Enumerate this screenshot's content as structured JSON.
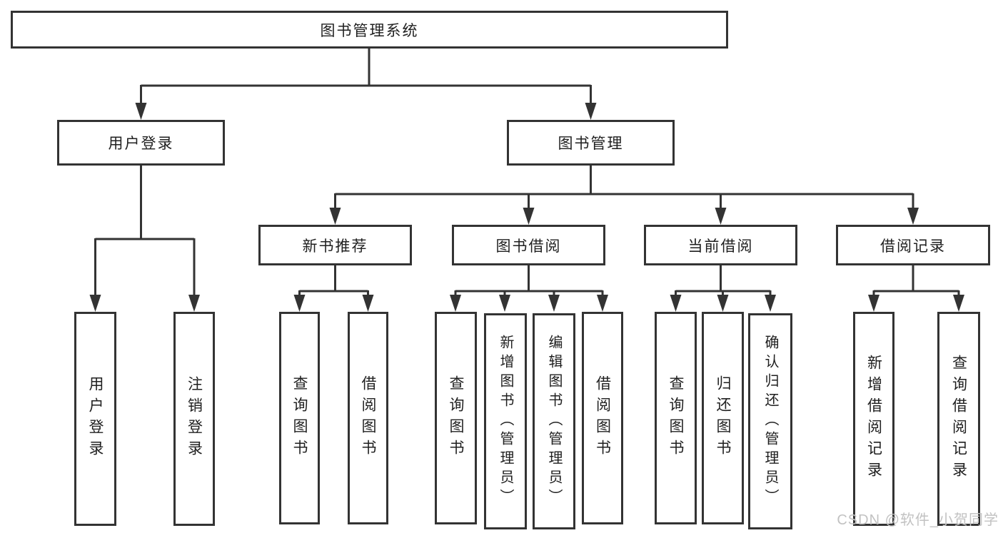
{
  "colors": {
    "line": "#333333",
    "text": "#1f1f1f",
    "watermark_color": "#c2c2c2",
    "background": "#ffffff"
  },
  "watermark": "CSDN @软件_小贺同学",
  "nodes": {
    "root": "图书管理系统",
    "branches": [
      {
        "label": "用户登录",
        "leaves": [
          "用户登录",
          "注销登录"
        ]
      },
      {
        "label": "图书管理",
        "groups": [
          {
            "label": "新书推荐",
            "leaves": [
              "查询图书",
              "借阅图书"
            ]
          },
          {
            "label": "图书借阅",
            "leaves": [
              "查询图书",
              "新增图书（管理员）",
              "编辑图书（管理员）",
              "借阅图书"
            ]
          },
          {
            "label": "当前借阅",
            "leaves": [
              "查询图书",
              "归还图书",
              "确认归还（管理员）"
            ]
          },
          {
            "label": "借阅记录",
            "leaves": [
              "新增借阅记录",
              "查询借阅记录"
            ]
          }
        ]
      }
    ]
  }
}
